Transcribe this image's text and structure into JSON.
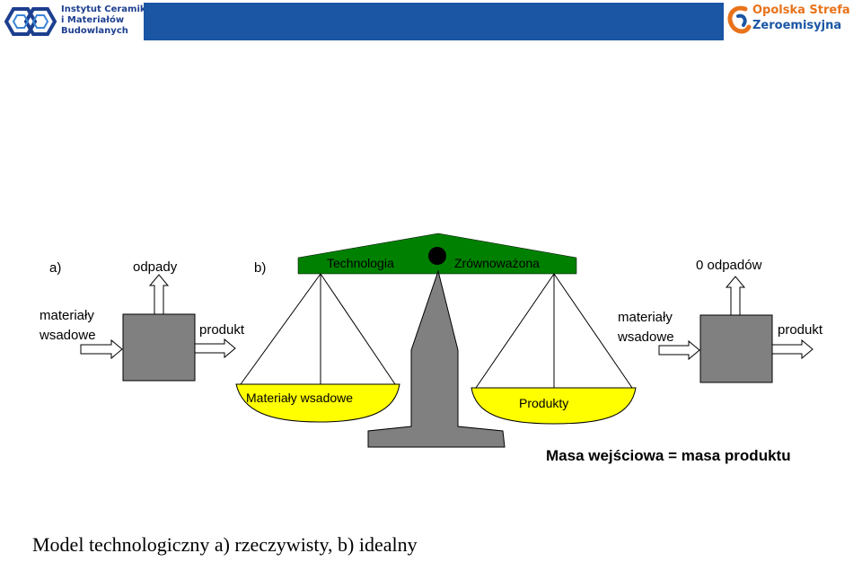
{
  "header": {
    "left_logo": {
      "lines": [
        "Instytut Ceramiki",
        "i Materiałów",
        "Budowlanych"
      ],
      "icon": "hexagon-ring-logo-icon"
    },
    "right_logo": {
      "line1": "Opolska Strefa",
      "line2": "Zeroemisyjna",
      "icon": "leaf-swirl-logo-icon"
    },
    "bar_color": "#1a56a4"
  },
  "diagram_a": {
    "label": "a)",
    "top_output": "odpady",
    "input_line1": "materiały",
    "input_line2": "wsadowe",
    "output": "produkt"
  },
  "diagram_b": {
    "label": "b)",
    "beam_left": "Technologia",
    "beam_right": "Zrównoważona",
    "left_pan": "Materiały wsadowe",
    "right_pan": "Produkty",
    "beam_color": "#008000",
    "pan_color": "#ffff00"
  },
  "diagram_c": {
    "top_output": "0 odpadów",
    "input_line1": "materiały",
    "input_line2": "wsadowe",
    "output": "produkt"
  },
  "equation": "Masa wejściowa = masa produktu",
  "caption": "Model technologiczny a) rzeczywisty, b) idealny",
  "colors": {
    "box_gray": "#808080",
    "arrow_outline": "#000000"
  }
}
